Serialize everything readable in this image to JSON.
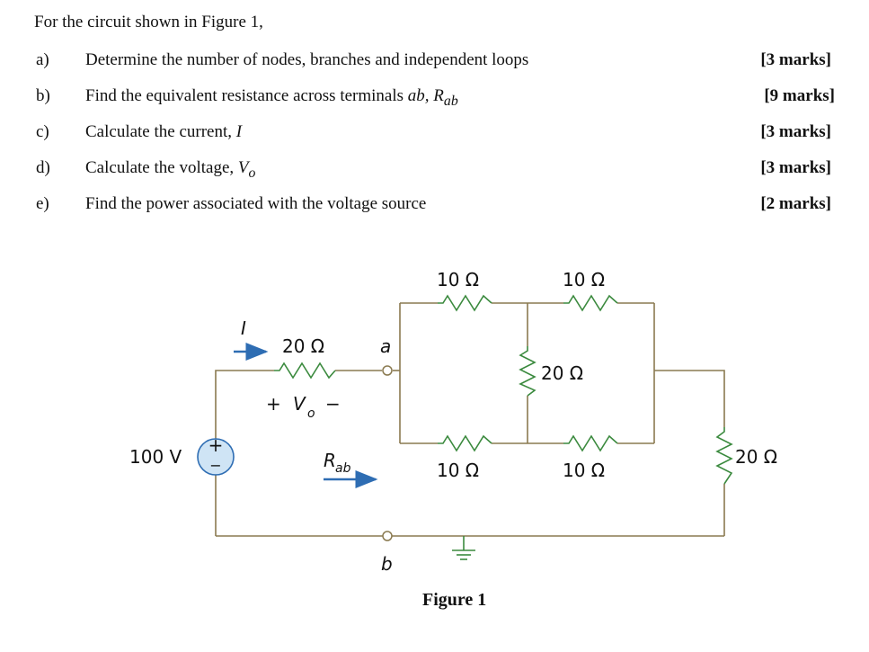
{
  "intro": "For the circuit shown in Figure 1,",
  "questions": [
    {
      "letter": "a)",
      "text": "Determine the number of nodes, branches and independent loops",
      "marks": "[3 marks]"
    },
    {
      "letter": "b)",
      "text": "Find the equivalent resistance across terminals ",
      "math": "ab, R",
      "sub": "ab",
      "marks": "[9 marks]"
    },
    {
      "letter": "c)",
      "text": "Calculate the current, ",
      "math": "I",
      "marks": "[3 marks]"
    },
    {
      "letter": "d)",
      "text": "Calculate the voltage, ",
      "math": "V",
      "sub": "o",
      "marks": "[3 marks]"
    },
    {
      "letter": "e)",
      "text": "Find the power associated with the voltage source",
      "marks": "[2 marks]"
    }
  ],
  "circuit": {
    "source": "100 V",
    "source_plus": "+",
    "source_minus": "−",
    "r_series": "20 Ω",
    "r_top_left": "10 Ω",
    "r_top_right": "10 Ω",
    "r_middle": "20 Ω",
    "r_bottom_left": "10 Ω",
    "r_bottom_right": "10 Ω",
    "r_right": "20 Ω",
    "current_label": "I",
    "vo_plus": "+",
    "vo_label": "V",
    "vo_sub": "o",
    "vo_minus": "−",
    "terminal_a": "a",
    "terminal_b": "b",
    "rab_label": "R",
    "rab_sub": "ab"
  },
  "colors": {
    "wire": "#8a7a50",
    "arrow": "#2e6db3",
    "source_fill": "#cfe4f5"
  },
  "caption": "Figure 1"
}
